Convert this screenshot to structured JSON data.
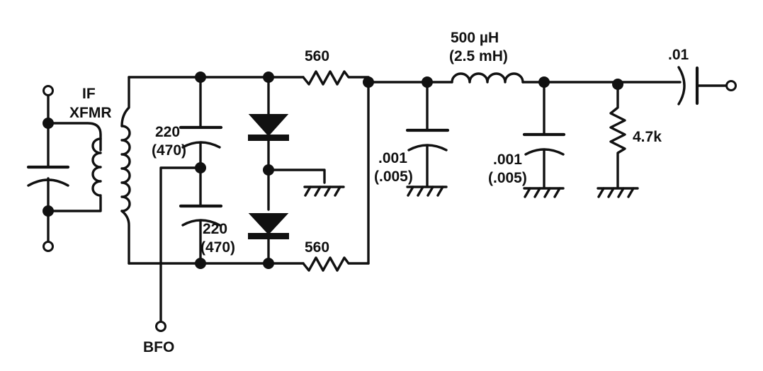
{
  "labels": {
    "if_xfmr_line1": "IF",
    "if_xfmr_line2": "XFMR",
    "c1_value": "220",
    "c1_alt": "(470)",
    "c2_value": "220",
    "c2_alt": "(470)",
    "r_top": "560",
    "r_bottom": "560",
    "inductor_value": "500 µH",
    "inductor_alt": "(2.5 mH)",
    "c3_value": ".001",
    "c3_alt": "(.005)",
    "c4_value": ".001",
    "c4_alt": "(.005)",
    "r_load": "4.7k",
    "c_out": ".01",
    "bfo": "BFO"
  }
}
